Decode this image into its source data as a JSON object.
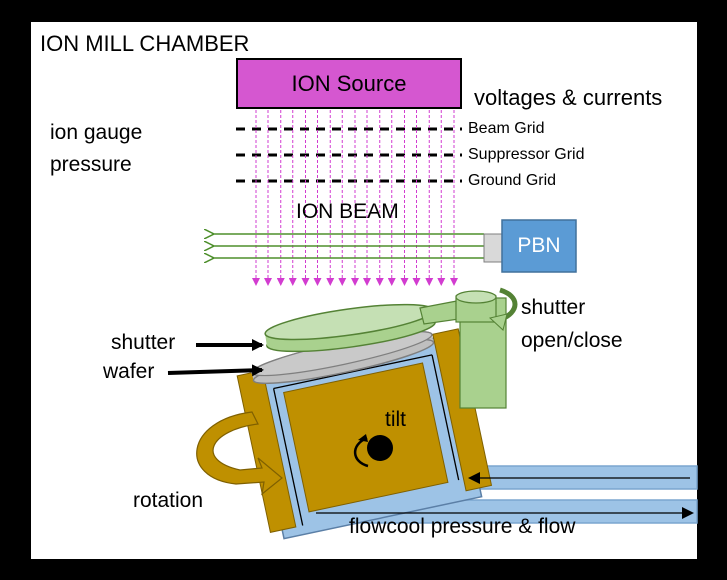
{
  "chamber": {
    "title": "ION MILL CHAMBER"
  },
  "ion_source": {
    "label": "ION Source",
    "fill": "#d557d0"
  },
  "voltages": {
    "label": "voltages & currents"
  },
  "gauge": {
    "line1": "ion gauge",
    "line2": "pressure"
  },
  "grids": [
    "Beam Grid",
    "Suppressor Grid",
    "Ground Grid"
  ],
  "beam": {
    "label": "ION BEAM",
    "arrow_color": "#d23cd0"
  },
  "pbn": {
    "label": "PBN",
    "fill": "#5b9bd5",
    "arrow_color": "#4e8f2c"
  },
  "shutter_control": {
    "line1": "shutter",
    "line2": "open/close",
    "fill": "#a9d18e"
  },
  "labels": {
    "shutter": "shutter",
    "wafer": "wafer",
    "tilt": "tilt",
    "rotation": "rotation",
    "flowcool": "flowcool pressure & flow"
  },
  "stage": {
    "body_fill": "#bf9000",
    "cooling_fill": "#9dc3e6",
    "wafer_fill": "#bfbfbf"
  }
}
